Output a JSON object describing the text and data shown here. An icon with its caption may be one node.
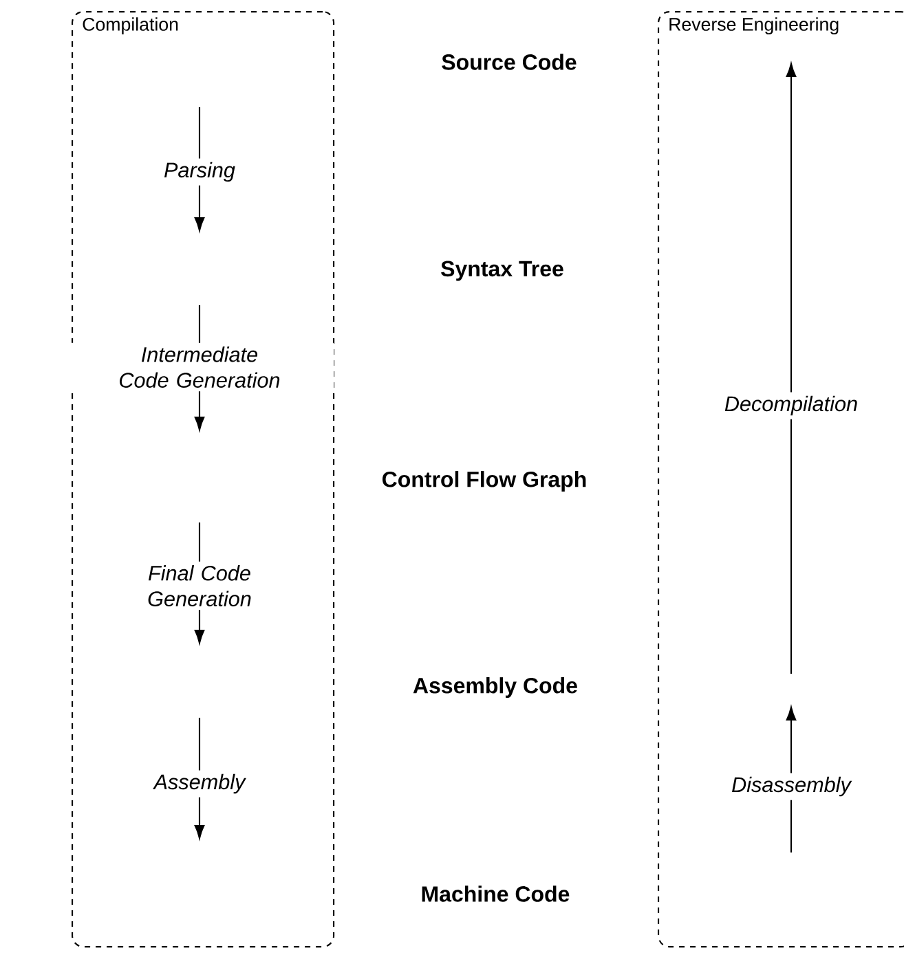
{
  "diagram": {
    "nodes": [
      {
        "text": [
          "Compilation"
        ]
      },
      {
        "text": [
          "Reverse Engineering"
        ]
      },
      {
        "text": [
          "Source Code"
        ]
      },
      {
        "text": [
          "Syntax Tree"
        ]
      },
      {
        "text": [
          "Control Flow Graph"
        ]
      },
      {
        "text": [
          "Assembly Code"
        ]
      },
      {
        "text": [
          "Machine Code"
        ]
      }
    ],
    "labels": [
      "Parsing",
      "Intermediate Code Generation",
      "Decompilation",
      "Final Code Generation",
      "Assembly",
      "Disassembly"
    ]
  }
}
